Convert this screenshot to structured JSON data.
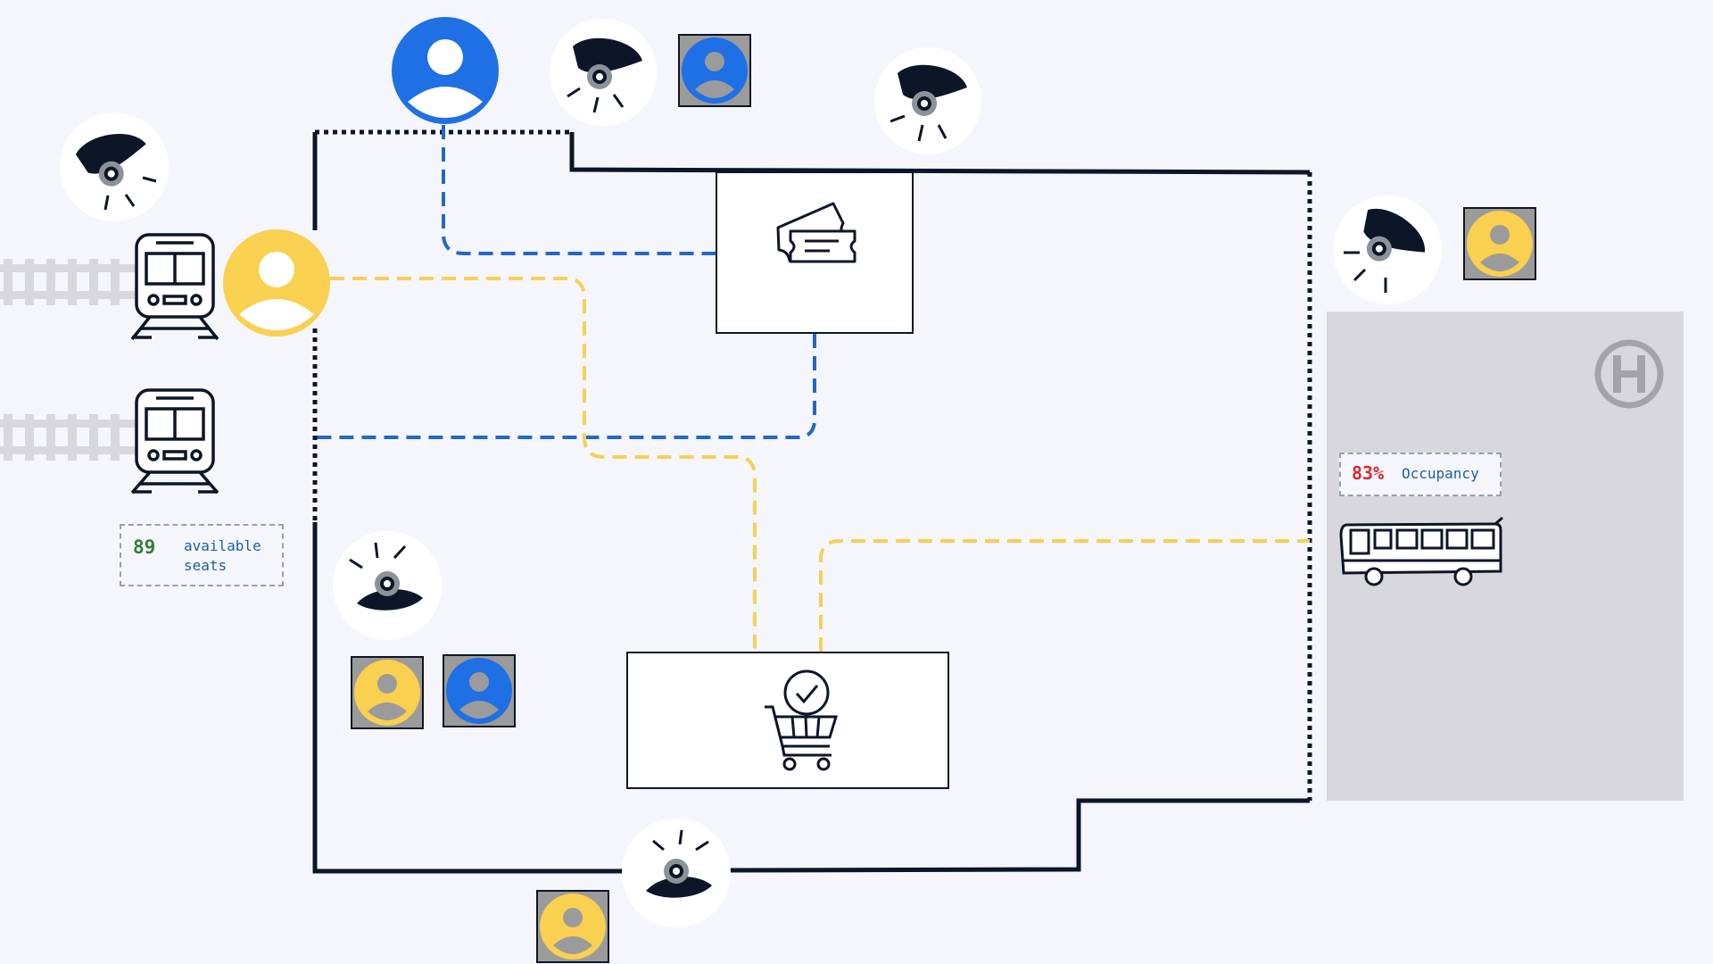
{
  "colors": {
    "background": "#f4f6fc",
    "wall": "#0d1628",
    "blue_path": "#2367c8",
    "yellow_path": "#f6cf57",
    "blue_person": "#1f6fe5",
    "yellow_person": "#f9d04f",
    "parking_area": "#d8d8dc",
    "track": "#d8d8dc"
  },
  "train_station": {
    "seats_count": "89",
    "seats_word1": "available",
    "seats_word2": "seats"
  },
  "bus_station": {
    "occupancy_value": "83%",
    "occupancy_label": "Occupancy",
    "sign_letter": "H"
  },
  "icons": {
    "ticket_office": "ticket-icon",
    "shop": "shopping-cart-check-icon",
    "cameras": "security-camera-icon",
    "persons": "person-avatar-icon",
    "train": "train-icon",
    "bus": "bus-icon"
  }
}
